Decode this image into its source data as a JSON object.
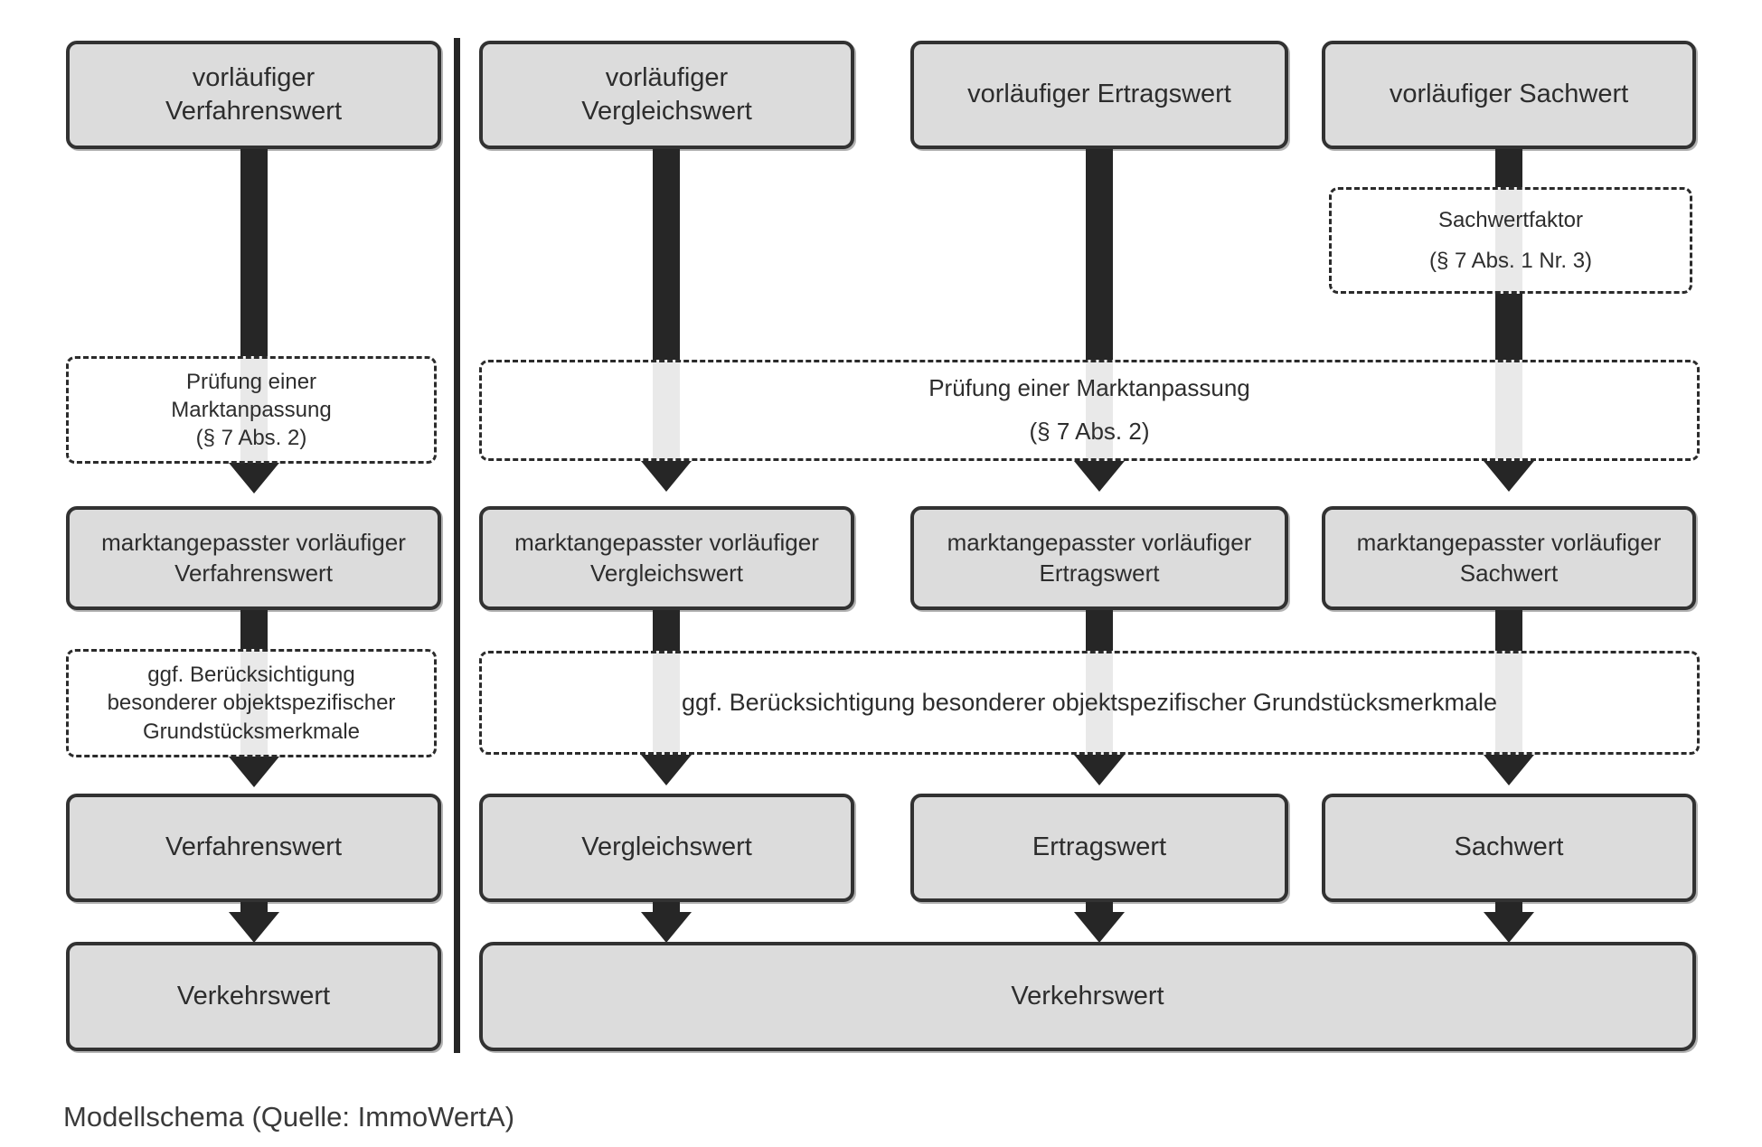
{
  "colors": {
    "box_fill": "#dcdcdc",
    "box_border": "#323232",
    "arrow_black": "#262626",
    "arrow_pass_gray": "#e9e9e9",
    "text": "#2d2d2d"
  },
  "caption": "Modellschema (Quelle: ImmoWertA)",
  "columns": {
    "verfahrenswert": {
      "preliminary_line1": "vorläufiger",
      "preliminary_line2": "Verfahrenswert",
      "market_check_line1": "Prüfung einer",
      "market_check_line2": "Marktanpassung",
      "market_check_line3": "(§ 7 Abs. 2)",
      "adjusted_line1": "marktangepasster vorläufiger",
      "adjusted_line2": "Verfahrenswert",
      "special_line1": "ggf. Berücksichtigung",
      "special_line2": "besonderer objektspezifischer",
      "special_line3": "Grundstücksmerkmale",
      "result": "Verfahrenswert",
      "final": "Verkehrswert"
    },
    "vergleichswert": {
      "preliminary_line1": "vorläufiger",
      "preliminary_line2": "Vergleichswert",
      "adjusted_line1": "marktangepasster vorläufiger",
      "adjusted_line2": "Vergleichswert",
      "result": "Vergleichswert"
    },
    "ertragswert": {
      "preliminary": "vorläufiger Ertragswert",
      "adjusted_line1": "marktangepasster vorläufiger",
      "adjusted_line2": "Ertragswert",
      "result": "Ertragswert"
    },
    "sachwert": {
      "preliminary": "vorläufiger Sachwert",
      "factor_line1": "Sachwertfaktor",
      "factor_line2": "(§ 7 Abs. 1 Nr. 3)",
      "adjusted_line1": "marktangepasster vorläufiger",
      "adjusted_line2": "Sachwert",
      "result": "Sachwert"
    }
  },
  "shared": {
    "market_check_line1": "Prüfung einer Marktanpassung",
    "market_check_line2": "(§ 7 Abs. 2)",
    "special": "ggf. Berücksichtigung besonderer objektspezifischer Grundstücksmerkmale",
    "final": "Verkehrswert"
  }
}
